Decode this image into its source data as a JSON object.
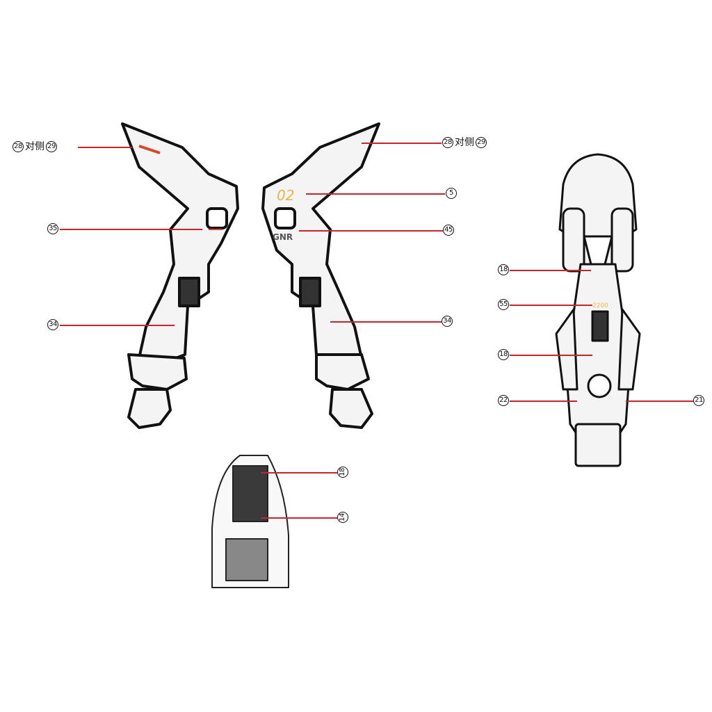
{
  "callouts": {
    "left_arm_top": {
      "a": "28",
      "text": "对侧",
      "b": "29"
    },
    "left_arm_shoulder": "35",
    "left_arm_forearm": "34",
    "right_arm_top": {
      "a": "28",
      "text": "对侧",
      "b": "29"
    },
    "right_arm_logo": "5",
    "right_arm_shoulder": "45",
    "right_arm_forearm": "34",
    "backpack_upper": "18",
    "backpack_mark": "55",
    "backpack_lower": "18",
    "backpack_left": "22",
    "backpack_right": "21",
    "bottom_upper": "18",
    "bottom_lower": "14"
  },
  "colors": {
    "leader_line": "#c8232c",
    "decal_gold": "#e8b54a",
    "decal_red": "#d9482b"
  }
}
